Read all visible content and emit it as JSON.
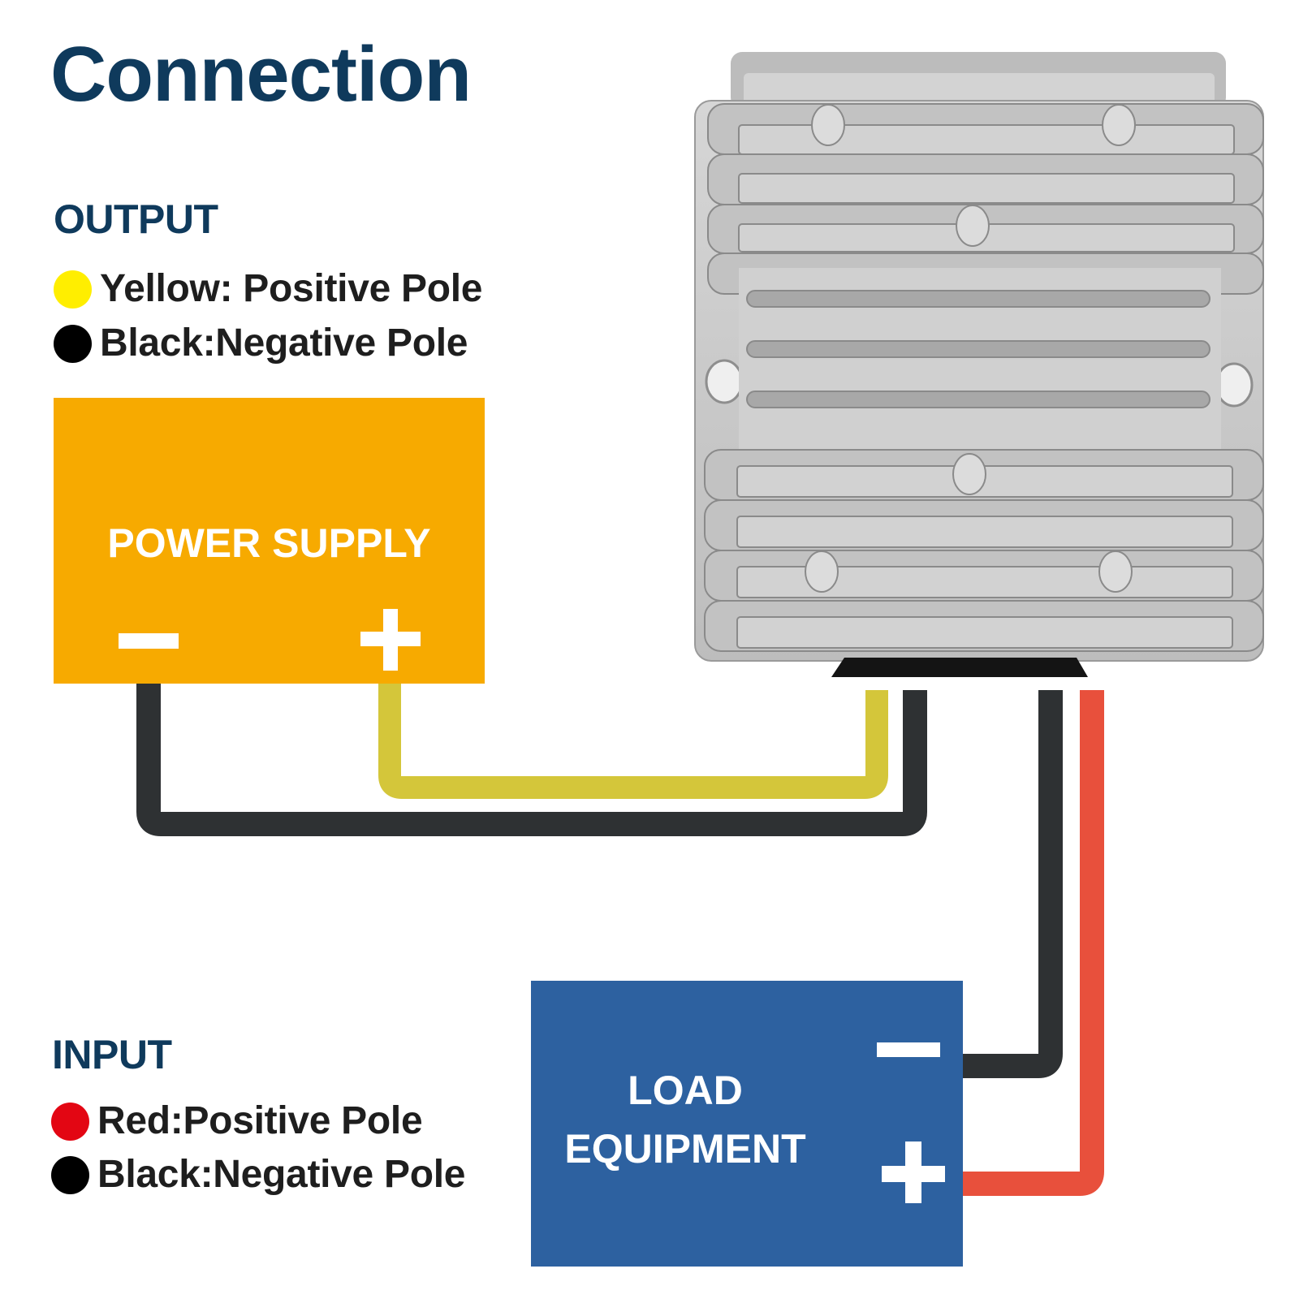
{
  "title": "Connection",
  "output": {
    "heading": "OUTPUT",
    "items": [
      {
        "color": "#ffee00",
        "label": "Yellow: Positive Pole"
      },
      {
        "color": "#000000",
        "label": "Black:Negative Pole"
      }
    ]
  },
  "input": {
    "heading": "INPUT",
    "items": [
      {
        "color": "#e30613",
        "label": "Red:Positive Pole"
      },
      {
        "color": "#000000",
        "label": "Black:Negative Pole"
      }
    ]
  },
  "power_supply": {
    "label": "POWER SUPPLY",
    "color": "#f7aa00",
    "negative_symbol": "minus-terminal",
    "positive_symbol": "plus-terminal"
  },
  "load_equipment": {
    "label_line1": "LOAD",
    "label_line2": "EQUIPMENT",
    "color": "#2d61a0",
    "negative_symbol": "minus-terminal",
    "positive_symbol": "plus-terminal"
  },
  "converter": {
    "description": "aluminum finned DC-DC converter housing"
  },
  "wires": {
    "yellow": "#d9cc3a",
    "black": "#2e3133",
    "red": "#e8503c"
  }
}
